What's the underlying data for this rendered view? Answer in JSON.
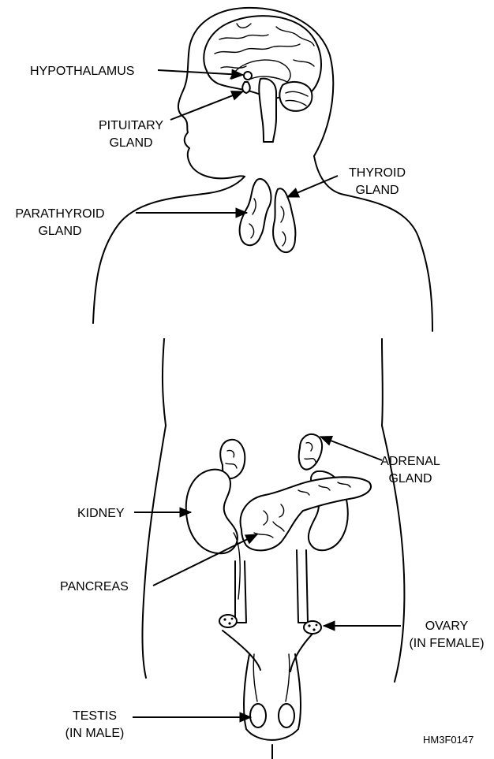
{
  "labels": {
    "hypothalamus": "HYPOTHALAMUS",
    "pituitary_1": "PITUITARY",
    "pituitary_2": "GLAND",
    "thyroid_1": "THYROID",
    "thyroid_2": "GLAND",
    "parathyroid_1": "PARATHYROID",
    "parathyroid_2": "GLAND",
    "adrenal_1": "ADRENAL",
    "adrenal_2": "GLAND",
    "kidney": "KIDNEY",
    "pancreas": "PANCREAS",
    "ovary_1": "OVARY",
    "ovary_2": "(IN FEMALE)",
    "testis_1": "TESTIS",
    "testis_2": "(IN MALE)"
  },
  "figure_id": "HM3F0147"
}
